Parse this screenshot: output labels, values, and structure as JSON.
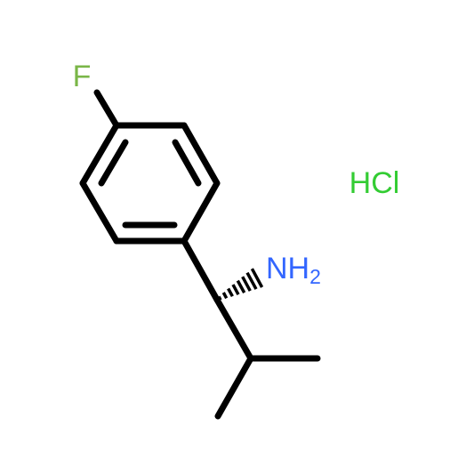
{
  "molecule": {
    "atoms": {
      "fluorine": "F",
      "amine": "NH",
      "amine_subscript": "2"
    },
    "salt": "HCl"
  },
  "colors": {
    "bond": "#000000",
    "fluorine": "#7AB648",
    "nitrogen": "#3366FF",
    "hcl": "#33CC33"
  },
  "stereo": {
    "amine_bond": "hashed-wedge"
  }
}
